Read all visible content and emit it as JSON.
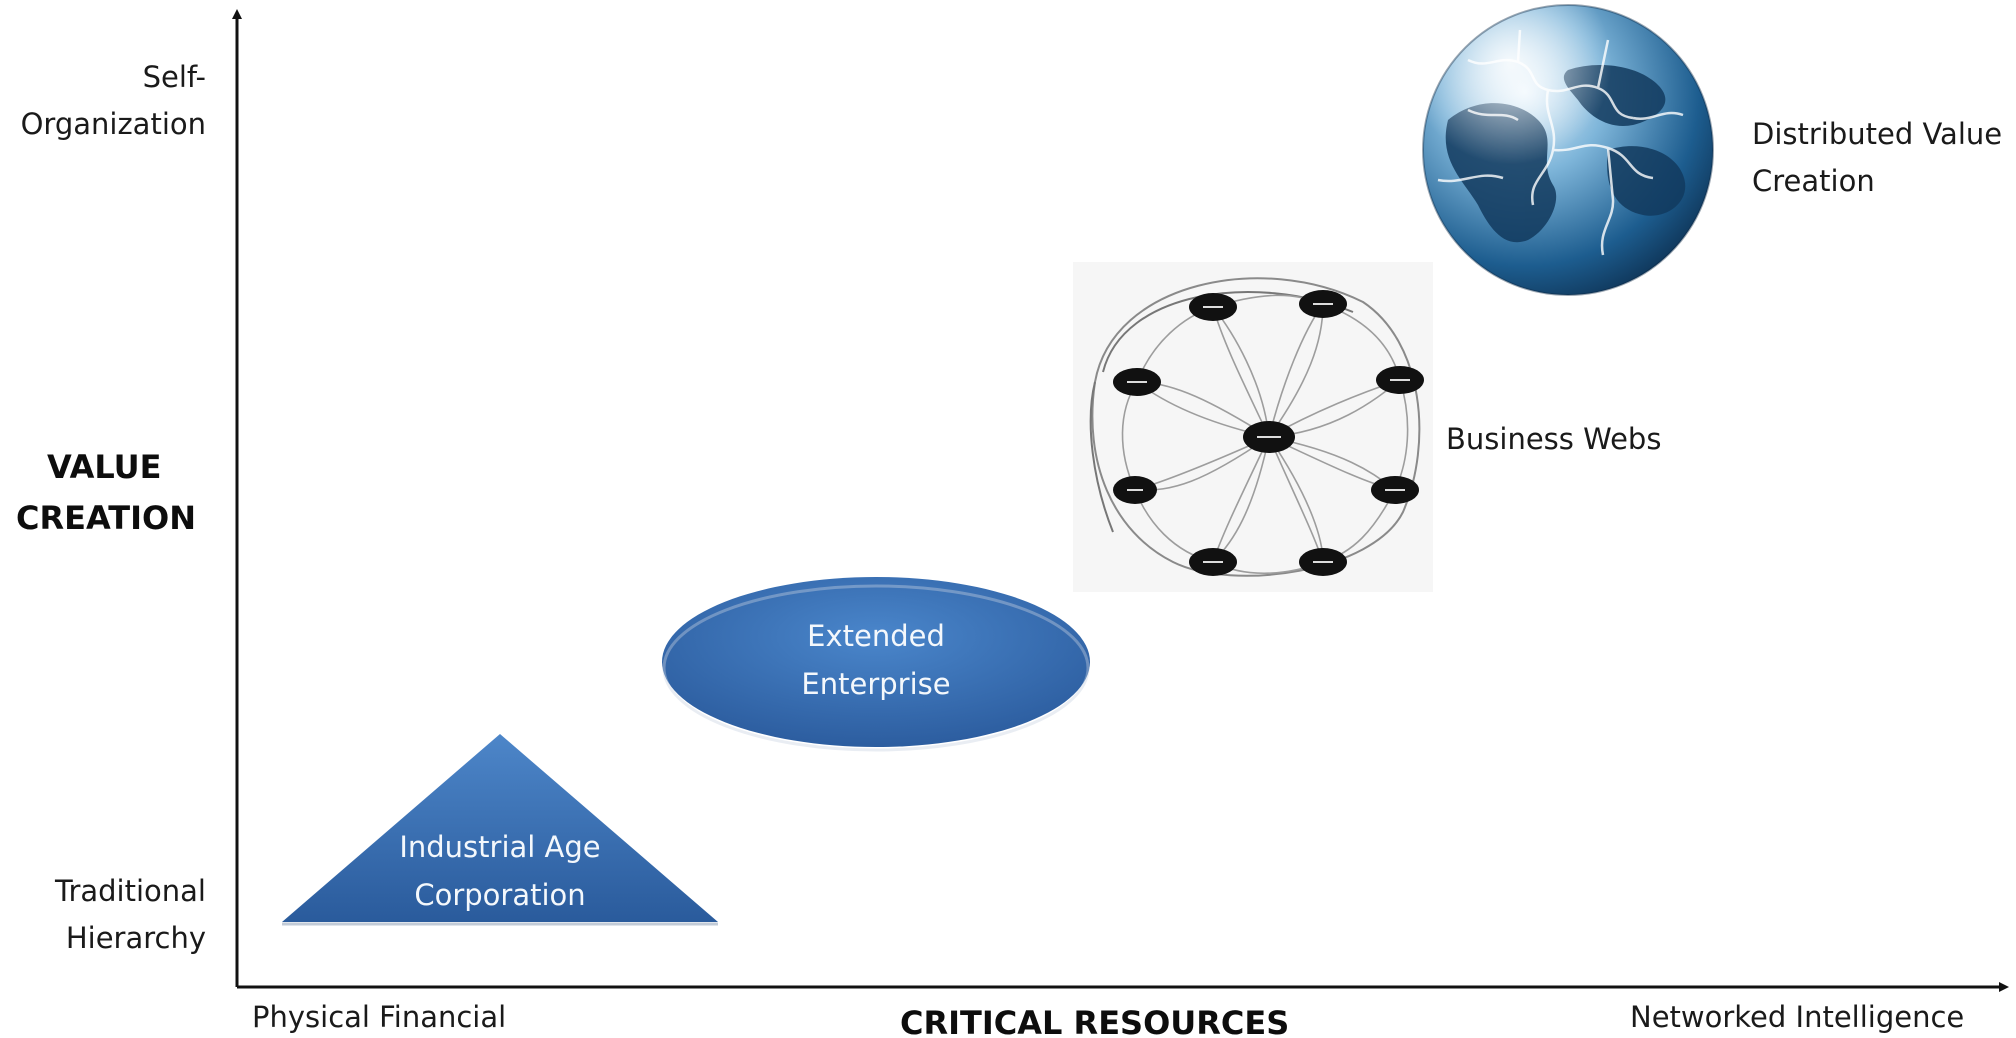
{
  "y_axis": {
    "title_line1": "VALUE",
    "title_line2": "CREATION",
    "top_label_line1": "Self-",
    "top_label_line2": "Organization",
    "bottom_label_line1": "Traditional",
    "bottom_label_line2": "Hierarchy"
  },
  "x_axis": {
    "title": "CRITICAL RESOURCES",
    "left_label": "Physical Financial",
    "right_label": "Networked Intelligence"
  },
  "stages": {
    "industrial": {
      "line1": "Industrial Age",
      "line2": "Corporation",
      "shape": "triangle"
    },
    "extended": {
      "line1": "Extended",
      "line2": "Enterprise",
      "shape": "ellipse"
    },
    "webs": {
      "label": "Business Webs",
      "shape": "network-illustration"
    },
    "distributed": {
      "line1": "Distributed Value",
      "line2": "Creation",
      "shape": "puzzle-globe-illustration"
    }
  },
  "colors": {
    "shape_blue": "#2f63a9",
    "axis": "#111111"
  }
}
